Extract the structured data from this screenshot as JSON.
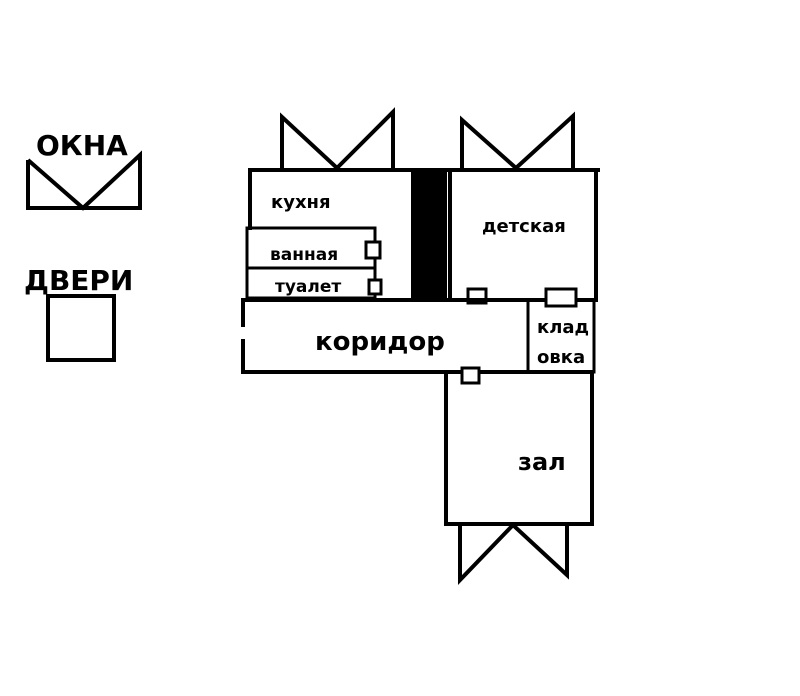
{
  "legend": {
    "windows_label": "ОКНА",
    "doors_label": "ДВЕРИ"
  },
  "rooms": {
    "kitchen": "кухня",
    "bathroom": "ванная",
    "toilet": "туалет",
    "nursery": "детская",
    "corridor": "коридор",
    "storage_line1": "клад",
    "storage_line2": "овка",
    "hall": "зал"
  }
}
